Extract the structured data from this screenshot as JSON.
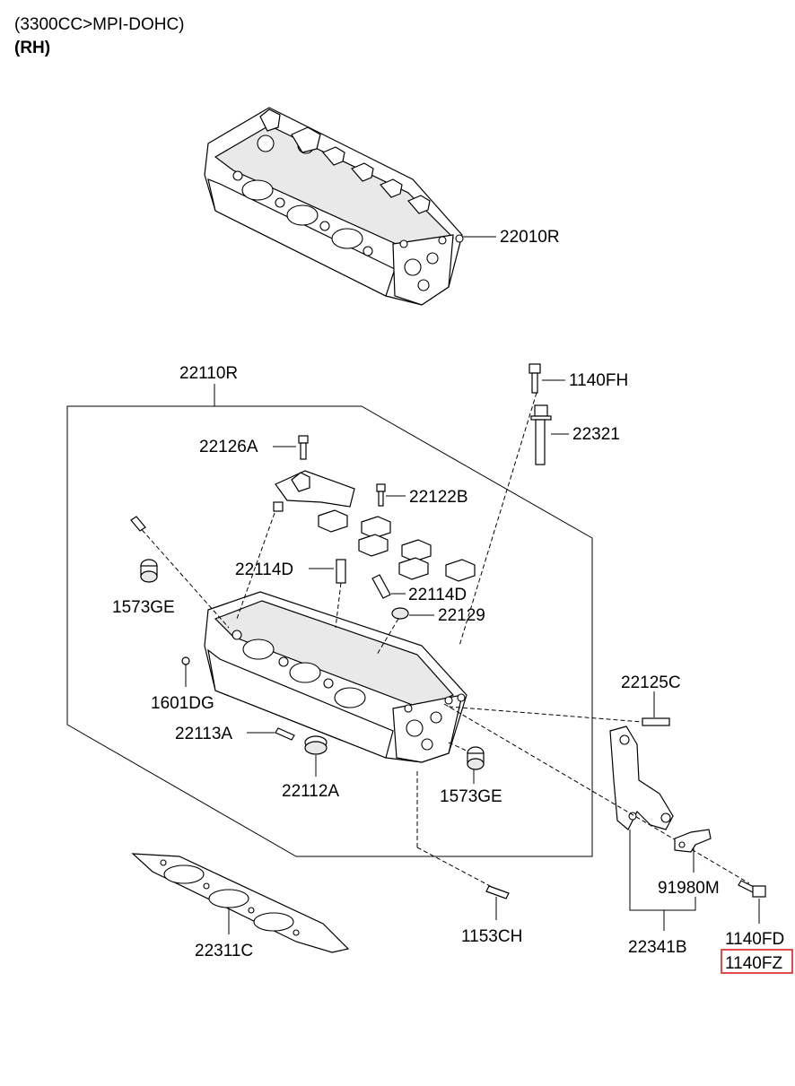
{
  "header": {
    "engine": "(3300CC>MPI-DOHC)",
    "side": "(RH)"
  },
  "parts": {
    "p22010R": "22010R",
    "p22110R": "22110R",
    "p1140FH": "1140FH",
    "p22321": "22321",
    "p22126A": "22126A",
    "p22122B": "22122B",
    "p22114D_a": "22114D",
    "p22114D_b": "22114D",
    "p22129": "22129",
    "p1573GE_a": "1573GE",
    "p1573GE_b": "1573GE",
    "p1601DG": "1601DG",
    "p22125C": "22125C",
    "p22113A": "22113A",
    "p22112A": "22112A",
    "p22311C": "22311C",
    "p1153CH": "1153CH",
    "p91980M": "91980M",
    "p22341B": "22341B",
    "p1140FD": "1140FD",
    "p1140FZ": "1140FZ"
  },
  "highlight": {
    "part": "1140FZ",
    "color": "#e02020"
  }
}
